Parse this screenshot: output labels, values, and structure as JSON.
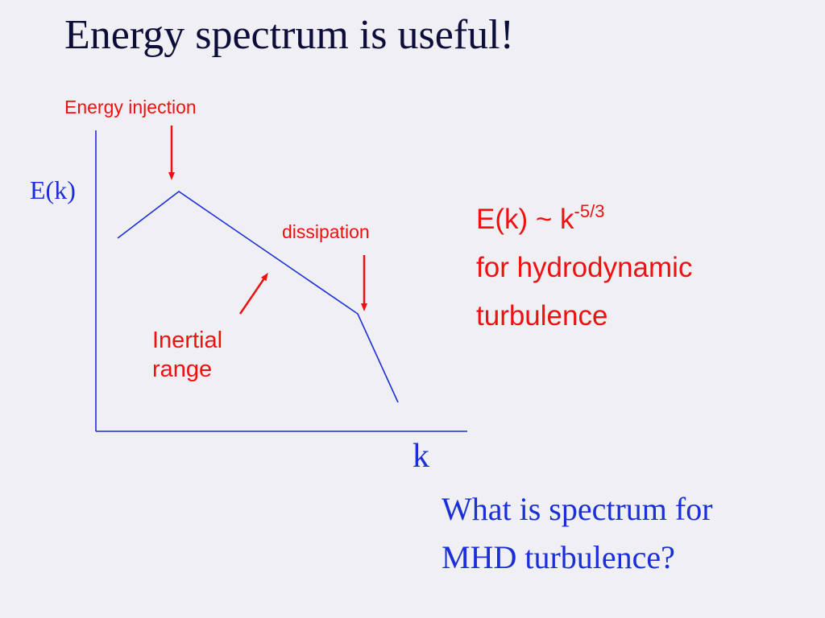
{
  "slide": {
    "title": "Energy spectrum is useful!"
  },
  "diagram": {
    "ylabel": "E(k)",
    "xlabel": "k",
    "annotations": {
      "energy_injection": "Energy injection",
      "dissipation": "dissipation",
      "inertial_line1": "Inertial",
      "inertial_line2": "range"
    },
    "colors": {
      "axis": "#1a2fd6",
      "curve": "#1a2fd6",
      "annotation": "#ee1111"
    }
  },
  "formula": {
    "base": "E(k) ~ k",
    "exponent": "-5/3",
    "line2": "for hydrodynamic",
    "line3": "turbulence"
  },
  "question": {
    "line1": "What is spectrum for",
    "line2": "MHD turbulence?"
  }
}
